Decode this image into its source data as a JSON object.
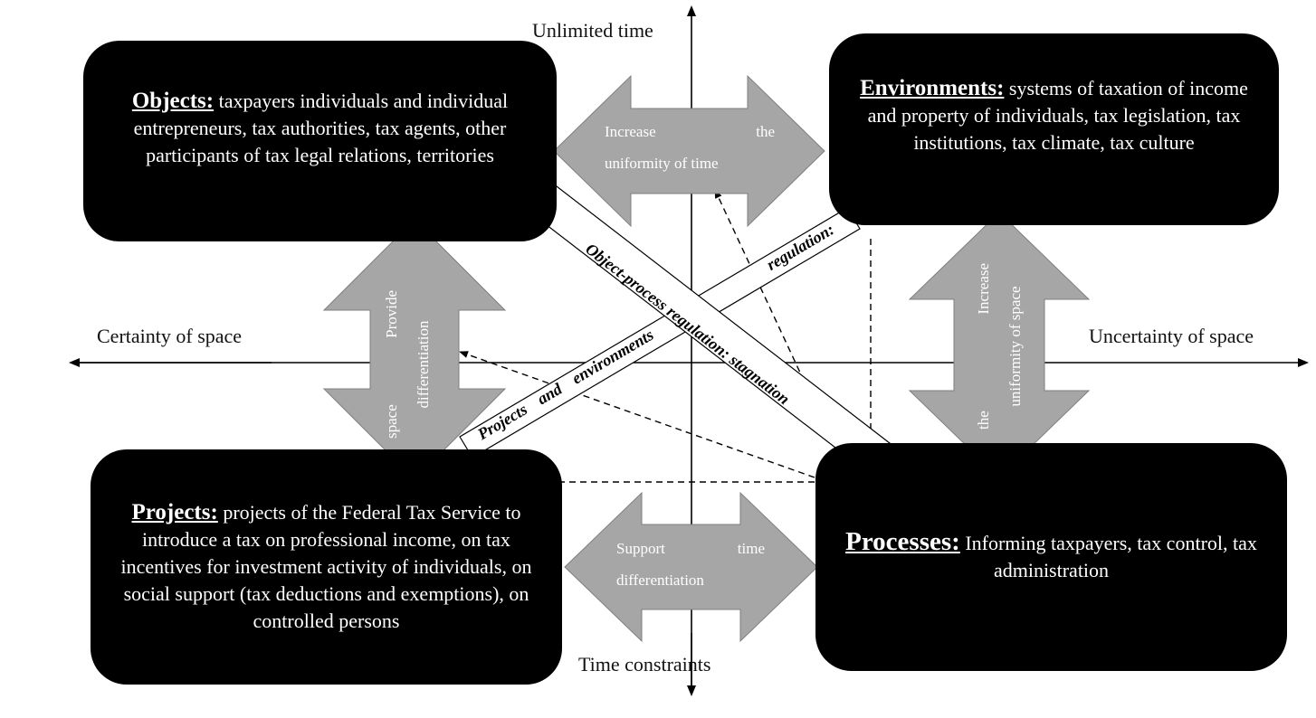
{
  "axes": {
    "top": "Unlimited time",
    "bottom": "Time constraints",
    "left": "Certainty of space",
    "right": "Uncertainty of space"
  },
  "boxes": {
    "objects": {
      "title": "Objects:",
      "text": "taxpayers individuals and individual entrepreneurs, tax authorities, tax agents, other participants of tax legal relations, territories"
    },
    "environments": {
      "title": "Environments:",
      "text": "systems of taxation of income and property of individuals, tax legislation, tax institutions, tax climate, tax culture"
    },
    "projects": {
      "title": "Projects:",
      "text": "projects of the Federal Tax Service to introduce a tax on professional income, on tax incentives for investment activity of individuals, on social support (tax deductions and exemptions), on controlled persons"
    },
    "processes": {
      "title": "Processes:",
      "text": "Informing taxpayers, tax control, tax administration"
    }
  },
  "arrows": {
    "top": {
      "line1_left": "Increase",
      "line1_right": "the",
      "line2": "uniformity of time"
    },
    "bottom": {
      "line1_left": "Support",
      "line1_right": "time",
      "line2": "differentiation"
    },
    "left": {
      "line1_left": "Provide",
      "line1_right": "space",
      "line2": "differentiation"
    },
    "right": {
      "line1_left": "Increase",
      "line1_right": "the",
      "line2": "uniformity of space"
    }
  },
  "bands": {
    "object_process": "Object-process regulation: stagnation",
    "projects_environments_a": "Projects and environments",
    "projects_environments_b": "regulation:"
  },
  "colors": {
    "box_fill": "#000000",
    "arrow_fill": "#a6a6a6",
    "arrow_stroke": "#7f7f7f",
    "background": "#ffffff"
  }
}
